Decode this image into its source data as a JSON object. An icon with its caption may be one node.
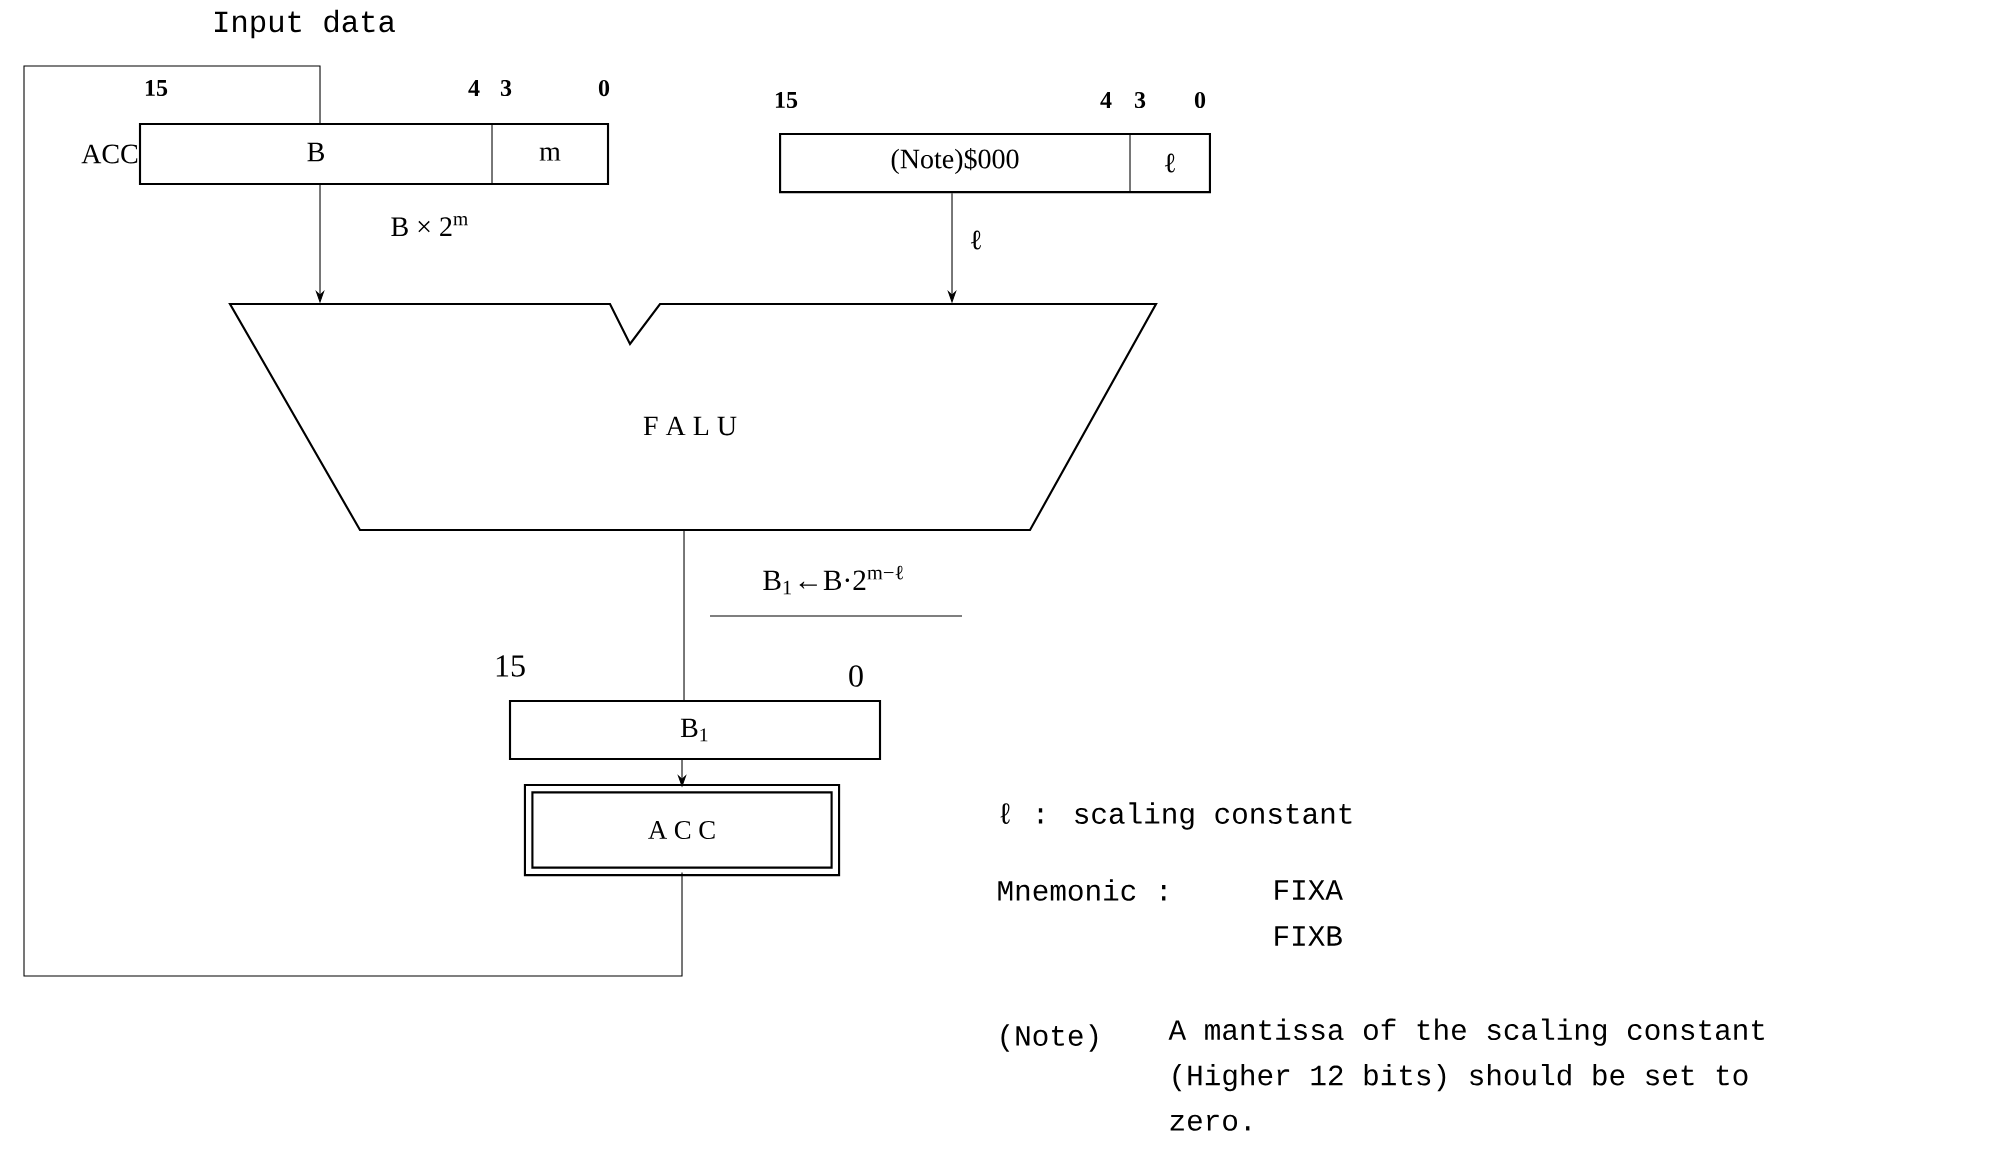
{
  "diagram": {
    "nodes": [
      {
        "text": [
          "B",
          "m"
        ],
        "beside": [
          "ACC",
          "15",
          "4",
          "3",
          "0"
        ]
      },
      {
        "text": [
          "(Note)$000",
          "ℓ"
        ],
        "beside": [
          "15",
          "4",
          "3",
          "0"
        ]
      },
      {
        "text": [
          "F A L U"
        ]
      },
      {
        "text": [
          "B$_{1}$"
        ],
        "beside": [
          "15",
          "0"
        ]
      },
      {
        "text": [
          "A C C"
        ]
      }
    ],
    "edges": [
      {
        "from": 0,
        "to": 2,
        "arrow": "to",
        "label": "B × 2$^{m}$"
      },
      {
        "from": 1,
        "to": 2,
        "arrow": "to",
        "label": "ℓ"
      },
      {
        "from": 2,
        "to": 3,
        "arrow": "none",
        "label": "B$_{1}$←B·2$^{m−ℓ}$"
      },
      {
        "from": 3,
        "to": 4,
        "arrow": "to"
      },
      {
        "from": 4,
        "to": 0,
        "arrow": "none",
        "label": "Input data"
      }
    ],
    "labels": [
      "ℓ : scaling constant",
      "Mnemonic :",
      "FIXA",
      "FIXB",
      "(Note)",
      "A mantissa of the scaling constant (Higher 12 bits) should be set to zero."
    ]
  }
}
